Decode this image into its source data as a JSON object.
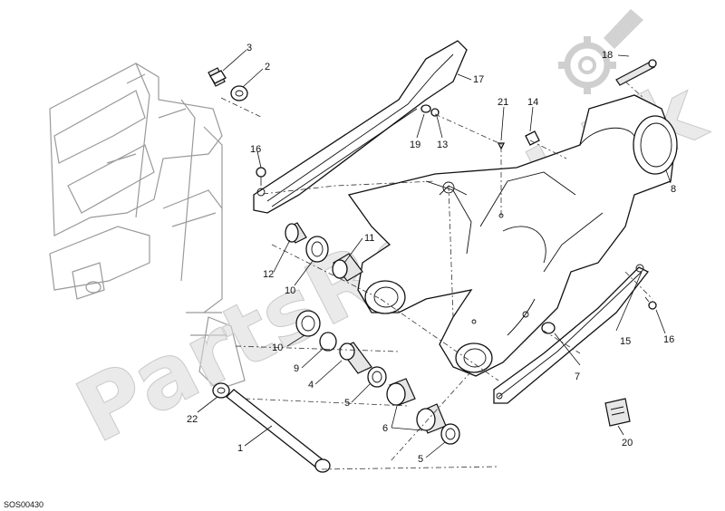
{
  "diagram": {
    "reference_code": "SOS00430",
    "watermark_text": "PartsRepublik",
    "watermark_logo": "gear-logo",
    "callouts": [
      "3",
      "2",
      "16",
      "17",
      "19",
      "13",
      "21",
      "14",
      "18",
      "8",
      "11",
      "12",
      "10",
      "10",
      "9",
      "4",
      "5",
      "6",
      "5",
      "7",
      "15",
      "16",
      "22",
      "1",
      "20"
    ]
  },
  "colors": {
    "line": "#111111",
    "frame_line": "#9a9a9a",
    "watermark": "#d9d9d9"
  }
}
